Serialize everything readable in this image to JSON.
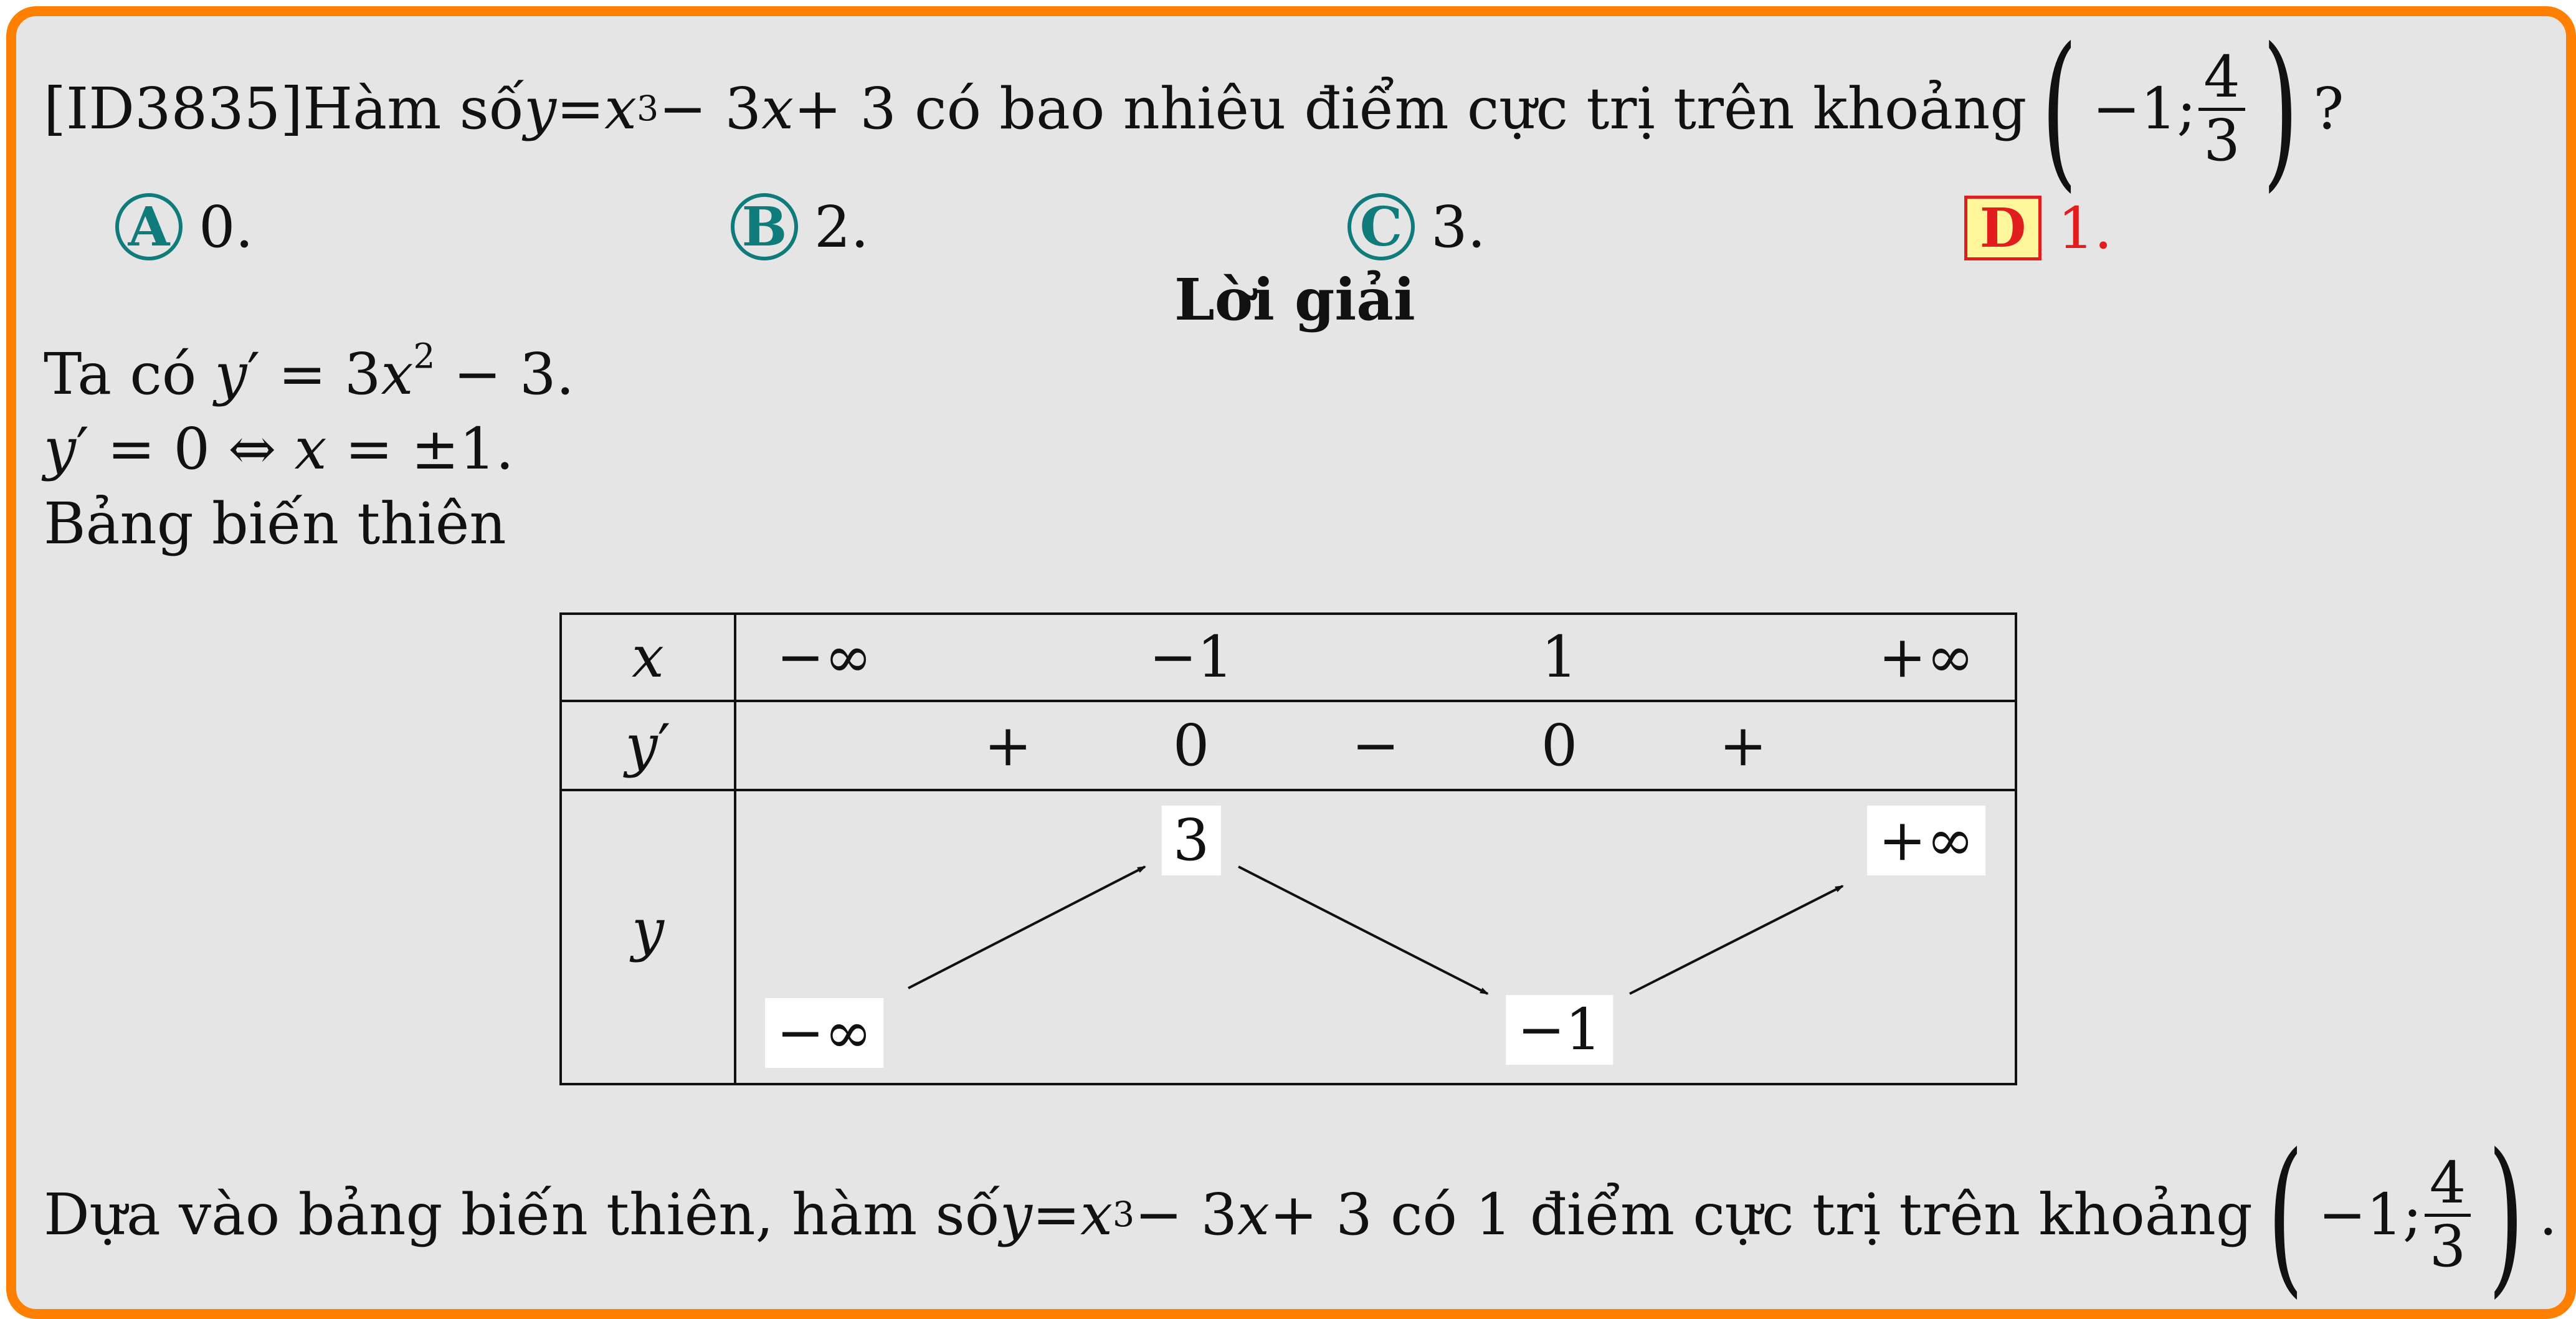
{
  "question": {
    "id": "[ID3835]",
    "prefix": "Hàm số ",
    "func_y": "y",
    "func_eq": " = ",
    "func_x": "x",
    "func_exp": "3",
    "func_rest_a": " − 3",
    "func_rest_x": "x",
    "func_rest_b": " + 3 có bao nhiêu điểm cực trị trên khoảng ",
    "interval_left": "(",
    "interval_a": "−1; ",
    "interval_num": "4",
    "interval_den": "3",
    "interval_right": ")",
    "qmark": "?"
  },
  "options": [
    {
      "letter": "A",
      "value": "0."
    },
    {
      "letter": "B",
      "value": "2."
    },
    {
      "letter": "C",
      "value": "3."
    },
    {
      "letter": "D",
      "value": "1.",
      "correct": true
    }
  ],
  "solution": {
    "heading": "Lời giải",
    "line1_a": "Ta có ",
    "line1_y": "y",
    "line1_prime": "′",
    "line1_b": " = 3",
    "line1_x": "x",
    "line1_exp": "2",
    "line1_c": " − 3.",
    "line2_y": "y",
    "line2_prime": "′",
    "line2_a": " = 0 ⇔ ",
    "line2_x": "x",
    "line2_b": " = ±1.",
    "line3": "Bảng biến thiên",
    "conclusion_a": "Dựa vào bảng biến thiên, hàm số ",
    "conclusion_y": "y",
    "conclusion_eq": " = ",
    "conclusion_x": "x",
    "conclusion_exp": "3",
    "conclusion_b": " − 3",
    "conclusion_x2": "x",
    "conclusion_c": " + 3 có 1 điểm cực trị trên khoảng ",
    "conclusion_interval_left": "(",
    "conclusion_interval_a": "−1; ",
    "conclusion_interval_num": "4",
    "conclusion_interval_den": "3",
    "conclusion_interval_right": ")",
    "conclusion_end": "."
  },
  "variation_table": {
    "row_labels": {
      "x": "x",
      "yprime_y": "y",
      "yprime_prime": "′",
      "y": "y"
    },
    "x_row": [
      "−∞",
      "−1",
      "1",
      "+∞"
    ],
    "yprime_row": [
      "+",
      "0",
      "−",
      "0",
      "+"
    ],
    "y_row": {
      "start": "−∞",
      "max": "3",
      "min": "−1",
      "end": "+∞"
    }
  },
  "colors": {
    "frame": "#ff8000",
    "background": "#e5e5e5",
    "option_teal": "#0f7b7a",
    "answer_red": "#e21d1d",
    "answer_fill": "#fff59b"
  }
}
